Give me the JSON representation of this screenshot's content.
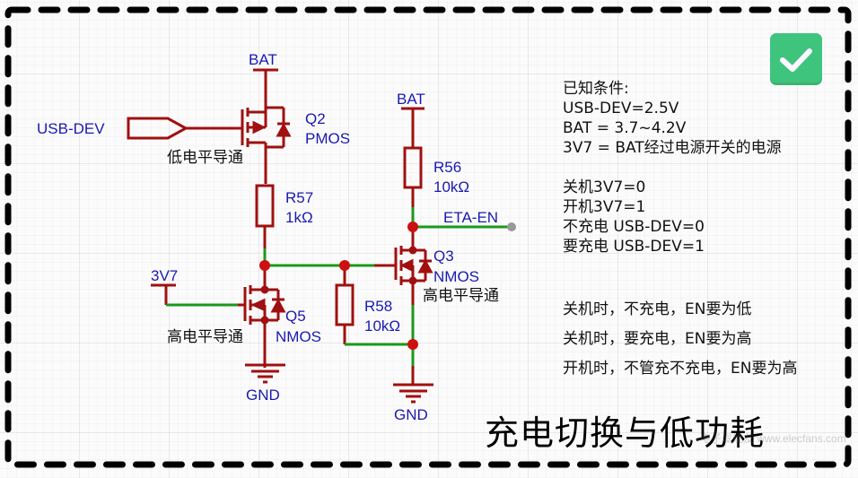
{
  "title": "充电切换与低功耗",
  "badge": {
    "icon": "checkmark-icon",
    "color": "#3fc47e"
  },
  "colors": {
    "wire_red": "#a01010",
    "wire_green": "#1a9a1a",
    "label_blue": "#1a1ab0",
    "junction": "#cc1010"
  },
  "schematic": {
    "nets": {
      "bat_q2": "BAT",
      "bat_r56": "BAT",
      "usb_dev": "USB-DEV",
      "v3v7": "3V7",
      "gnd_q5": "GND",
      "gnd_q3": "GND",
      "eta_en": "ETA-EN"
    },
    "components": {
      "q2": {
        "ref": "Q2",
        "type": "PMOS",
        "note": "低电平导通"
      },
      "q5": {
        "ref": "Q5",
        "type": "NMOS",
        "note": "高电平导通"
      },
      "q3": {
        "ref": "Q3",
        "type": "NMOS",
        "note": "高电平导通"
      },
      "r57": {
        "ref": "R57",
        "value": "1kΩ"
      },
      "r56": {
        "ref": "R56",
        "value": "10kΩ"
      },
      "r58": {
        "ref": "R58",
        "value": "10kΩ"
      }
    }
  },
  "conditions": {
    "lines": [
      "已知条件:",
      "USB-DEV=2.5V",
      "BAT = 3.7~4.2V",
      "3V7 = BAT经过电源开关的电源",
      "",
      "关机3V7=0",
      "开机3V7=1",
      "不充电 USB-DEV=0",
      "要充电 USB-DEV=1"
    ]
  },
  "rules": [
    "关机时，不充电，EN要为低",
    "关机时，要充电，EN要为高",
    "开机时，不管充不充电，EN要为高"
  ],
  "watermark": "电子发烧友 www.elecfans.com"
}
